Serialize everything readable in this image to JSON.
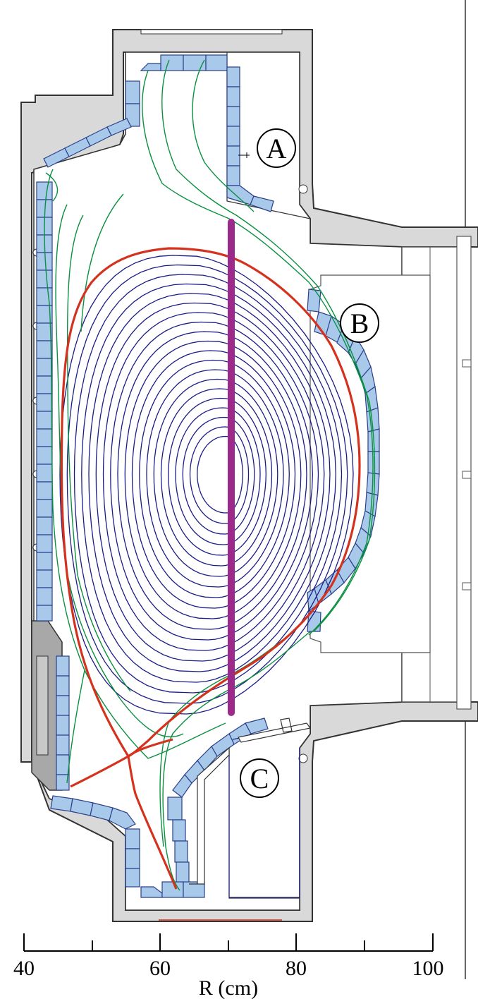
{
  "labels": {
    "a": "A",
    "b": "B",
    "c": "C"
  },
  "axis": {
    "title": "R (cm)",
    "ticks": [
      "40",
      "60",
      "80",
      "100"
    ],
    "range": [
      40,
      100
    ]
  },
  "colors": {
    "vessel_fill": "#d9d9d9",
    "vessel_stroke": "#333333",
    "tile_fill": "#a9c9ea",
    "tile_stroke": "#2a3f8a",
    "closed_flux": "#1c1c86",
    "open_flux": "#0a9040",
    "separatrix": "#d4321e",
    "probe": "#9b2a8a",
    "coil_fill": "#a8a8a8"
  }
}
